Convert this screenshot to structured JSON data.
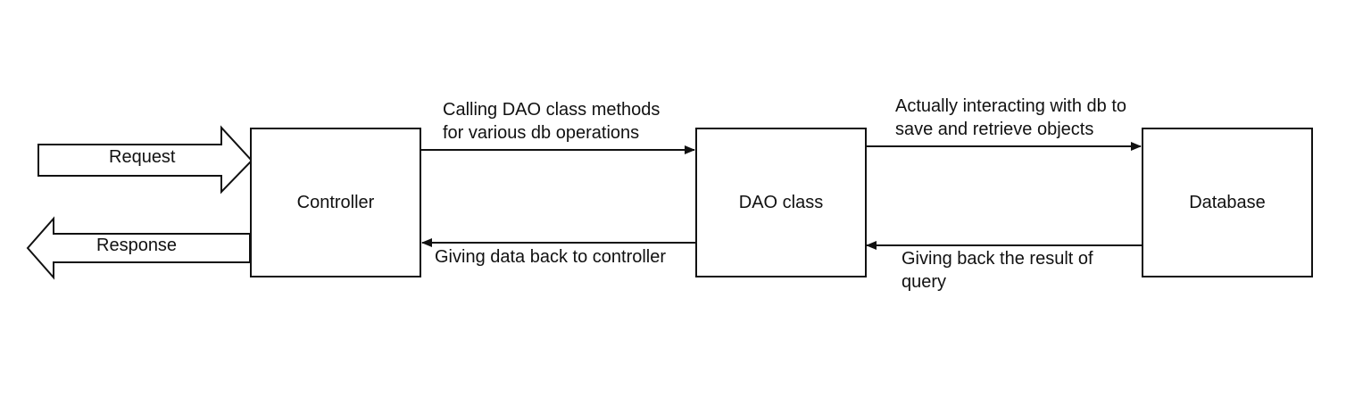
{
  "nodes": {
    "controller": "Controller",
    "dao": "DAO class",
    "database": "Database"
  },
  "io": {
    "request": "Request",
    "response": "Response"
  },
  "edges": {
    "controller_to_dao": "Calling DAO class methods\nfor various db operations",
    "dao_to_controller": "Giving data back to controller",
    "dao_to_database": "Actually interacting with db to\nsave and retrieve objects",
    "database_to_dao": "Giving back the result of\nquery"
  },
  "colors": {
    "stroke": "#111111",
    "fill": "#ffffff"
  }
}
